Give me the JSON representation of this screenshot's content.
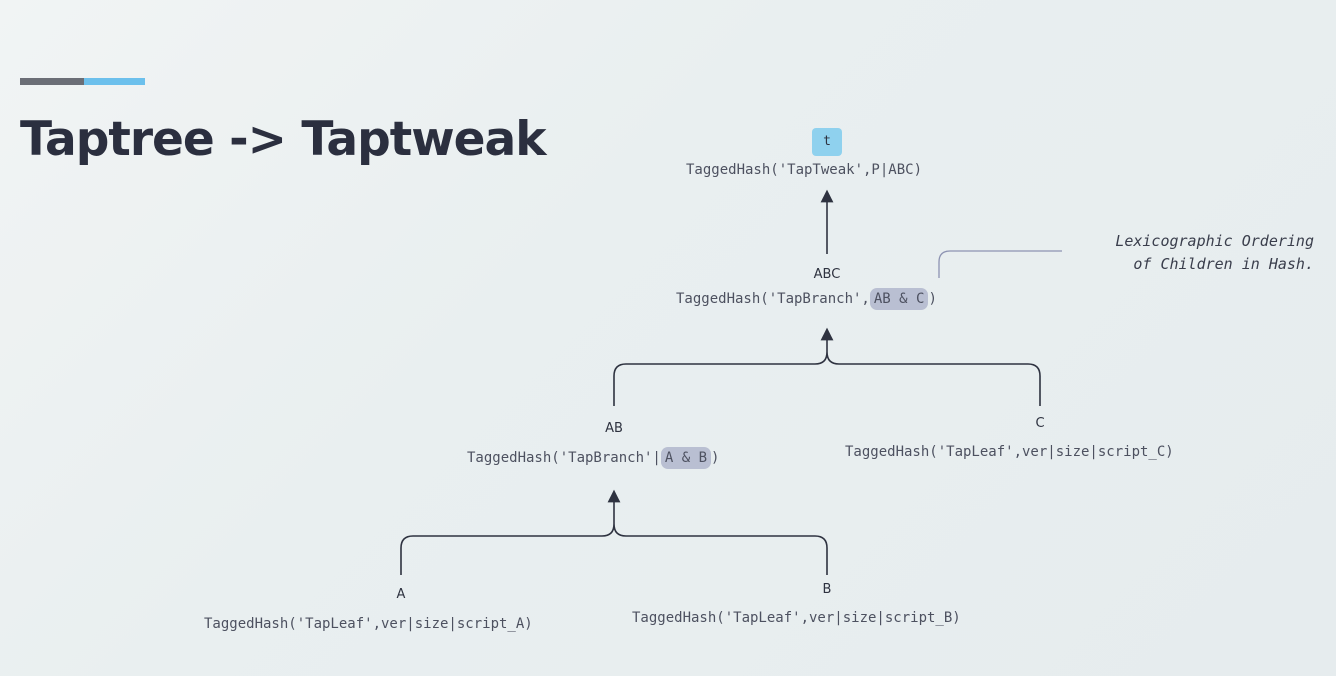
{
  "slide": {
    "title": "Taptree -> Taptweak"
  },
  "nodes": {
    "t": {
      "label": "t",
      "hash_prefix": "TaggedHash('TapTweak',P|ABC)"
    },
    "abc": {
      "label": "ABC",
      "hash_prefix": "TaggedHash('TapBranch',",
      "hash_highlight": "AB & C",
      "hash_suffix": ")"
    },
    "ab": {
      "label": "AB",
      "hash_prefix": "TaggedHash('TapBranch'|",
      "hash_highlight": "A & B",
      "hash_suffix": ")"
    },
    "c": {
      "label": "C",
      "hash": "TaggedHash('TapLeaf',ver|size|script_C)"
    },
    "a": {
      "label": "A",
      "hash": "TaggedHash('TapLeaf',ver|size|script_A)"
    },
    "b": {
      "label": "B",
      "hash": "TaggedHash('TapLeaf',ver|size|script_B)"
    }
  },
  "annotation": {
    "line1": "Lexicographic Ordering",
    "line2": "of Children in Hash."
  },
  "colors": {
    "title": "#2b2f3f",
    "accent_dark": "#6b6e76",
    "accent_light": "#6cc0ec",
    "t_chip": "#8fd1ee",
    "highlight_chip": "#b9bfd2",
    "connector": "#2e3240"
  }
}
